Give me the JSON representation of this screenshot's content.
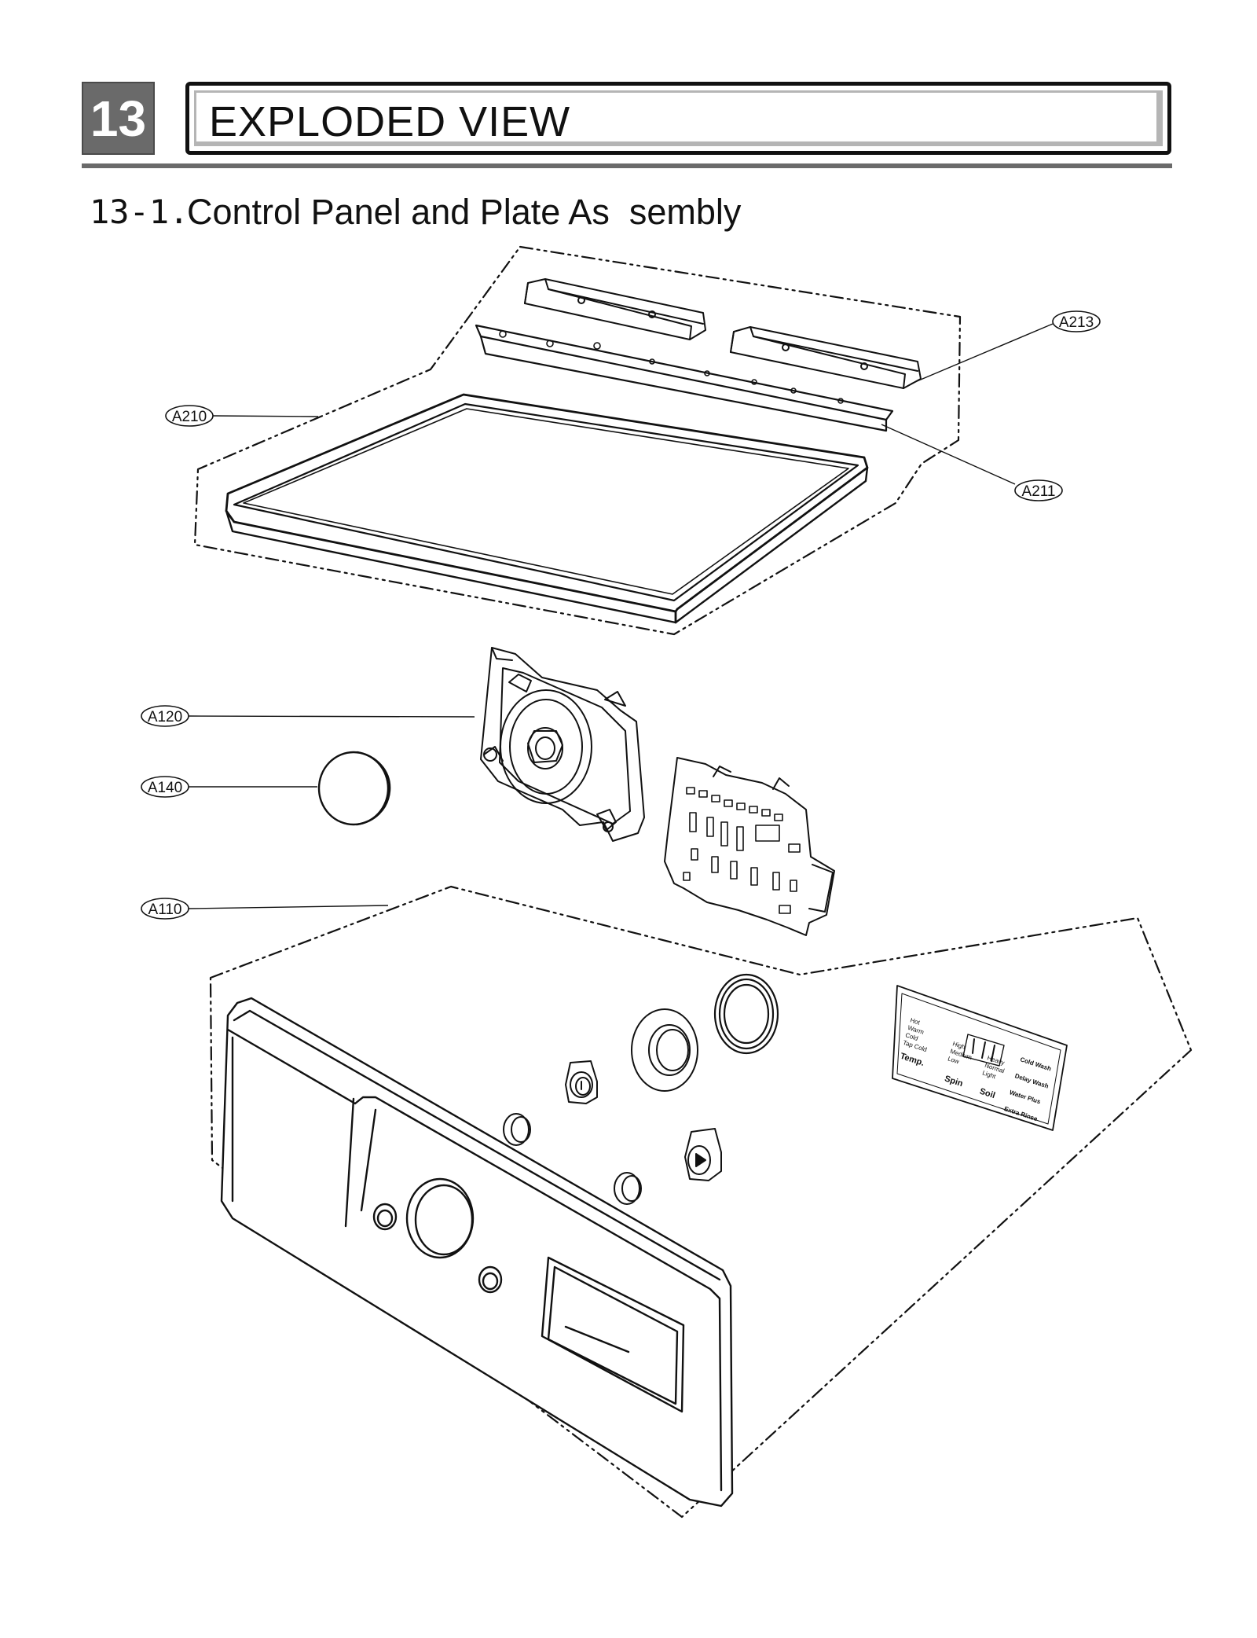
{
  "header": {
    "chapter_number": "13",
    "chapter_title": "EXPLODED VIEW"
  },
  "section": {
    "number": "13-1.",
    "title": "Control Panel and Plate As  sembly"
  },
  "callouts": [
    {
      "id": "A213",
      "label": "A213"
    },
    {
      "id": "A210",
      "label": "A210"
    },
    {
      "id": "A211",
      "label": "A211"
    },
    {
      "id": "A120",
      "label": "A120"
    },
    {
      "id": "A140",
      "label": "A140"
    },
    {
      "id": "A110",
      "label": "A110"
    }
  ],
  "control_panel_labels": {
    "temp_heading": "Temp.",
    "spin_heading": "Spin",
    "soil_heading": "Soil",
    "temp_options": [
      "Hot",
      "Warm",
      "Cold",
      "Tap Cold"
    ],
    "spin_options": [
      "High",
      "Medium",
      "Low"
    ],
    "soil_options": [
      "Heavy",
      "Normal",
      "Light"
    ],
    "cold_wash": "Cold Wash",
    "delay_wash": "Delay Wash",
    "water_plus": "Water Plus",
    "extra_rinse": "Extra Rinse"
  },
  "colors": {
    "chapter_box": "#6a6a6a",
    "line": "#111111",
    "title_inner_border": "#b5b5b5"
  }
}
